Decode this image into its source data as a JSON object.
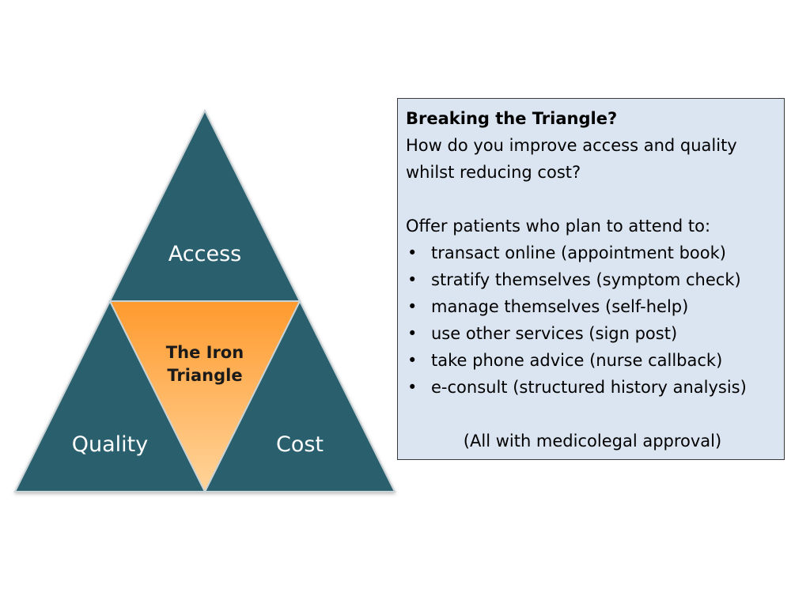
{
  "diagram": {
    "top_label": "Access",
    "left_label": "Quality",
    "right_label": "Cost",
    "center_label_line1": "The Iron",
    "center_label_line2": "Triangle",
    "colors": {
      "outer_fill": "#2a5f6e",
      "outer_stroke": "#c9d3d6",
      "center_gradient_top": "#ff9a2e",
      "center_gradient_bottom": "#ffd49a"
    }
  },
  "info_box": {
    "title": "Breaking the Triangle?",
    "question_line1": "How do you improve access and quality",
    "question_line2": "whilst reducing cost?",
    "intro": "Offer patients who plan to attend to:",
    "bullet_symbol": "•",
    "bullets": [
      "transact online (appointment book)",
      "stratify themselves (symptom check)",
      "manage themselves (self-help)",
      "use other services (sign post)",
      "take phone advice (nurse callback)",
      "e-consult (structured history analysis)"
    ],
    "footer": "(All with medicolegal approval)",
    "colors": {
      "background": "#dbe5f1",
      "border": "#3a3a3a"
    }
  }
}
